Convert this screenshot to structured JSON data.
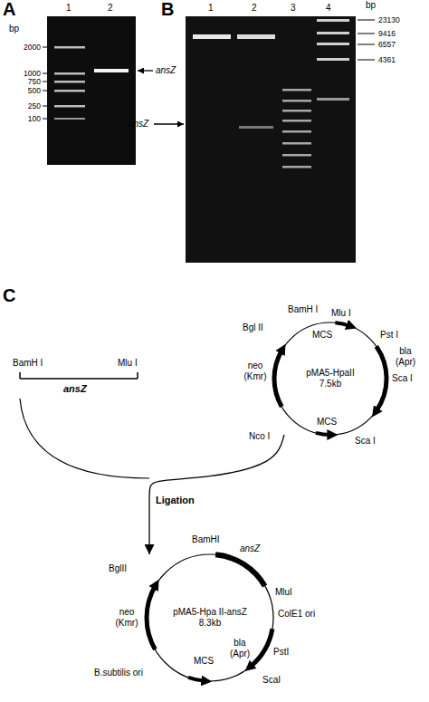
{
  "diagram": {
    "nodes": [
      {
        "text": [
          "pMA5-HpaII 7.5kb"
        ]
      },
      {
        "text": [
          "pMA5-Hpa II-ansZ 8.3kb"
        ]
      }
    ],
    "edges": [
      {
        "from": 0,
        "to": 1,
        "arrow": "to",
        "label": "Ligation"
      }
    ],
    "labels": [
      "A",
      "bp",
      "1",
      "2",
      "2000",
      "1000",
      "750",
      "500",
      "250",
      "100",
      "ansZ",
      "B",
      "1",
      "2",
      "3",
      "4",
      "bp",
      "23130",
      "9416",
      "6557",
      "4361",
      "ansZ",
      "C",
      "BamH I",
      "Mlu I",
      "ansZ",
      "Bgl II",
      "BamH I",
      "Mlu I",
      "MCS",
      "Pst I",
      "bla (Apr)",
      "neo (Kmr)",
      "Sca I",
      "Nco I",
      "MCS",
      "Sca I",
      "BamHI",
      "BglII",
      "ansZ",
      "MluI",
      "ColE1 ori",
      "neo (Kmr)",
      "bla (Apr)",
      "PstI",
      "MCS",
      "B.subtilis ori",
      "ScaI"
    ]
  }
}
